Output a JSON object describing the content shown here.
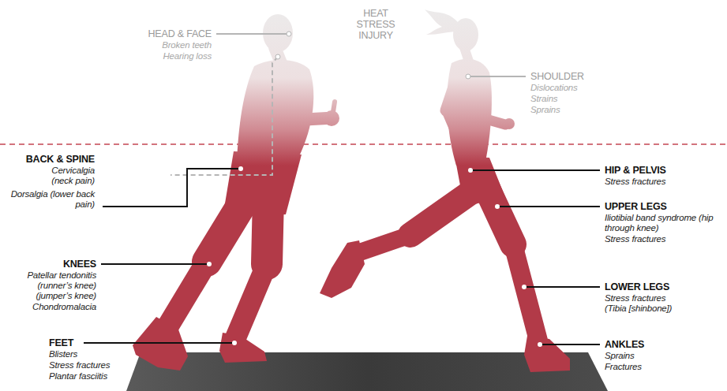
{
  "diagram": {
    "labels": [
      "HEAD & FACE",
      "Broken teeth",
      "Hearing loss",
      "HEAT STRESS INJURY",
      "SHOULDER",
      "Dislocations",
      "Strains",
      "Sprains",
      "BACK & SPINE",
      "Cervicalgia (neck pain)",
      "Dorsalgia (lower back pain)",
      "HIP & PELVIS",
      "Stress fractures",
      "UPPER LEGS",
      "Iliotibial band syndrome (hip through knee)",
      "Stress fractures",
      "KNEES",
      "Patellar tendonitis (runner’s knee) (jumper’s knee)",
      "Chondromalacia",
      "LOWER LEGS",
      "Stress fractures (Tibia [shinbone])",
      "FEET",
      "Blisters",
      "Stress fractures",
      "Plantar fasciitis",
      "ANKLES",
      "Sprains",
      "Fractures"
    ]
  }
}
